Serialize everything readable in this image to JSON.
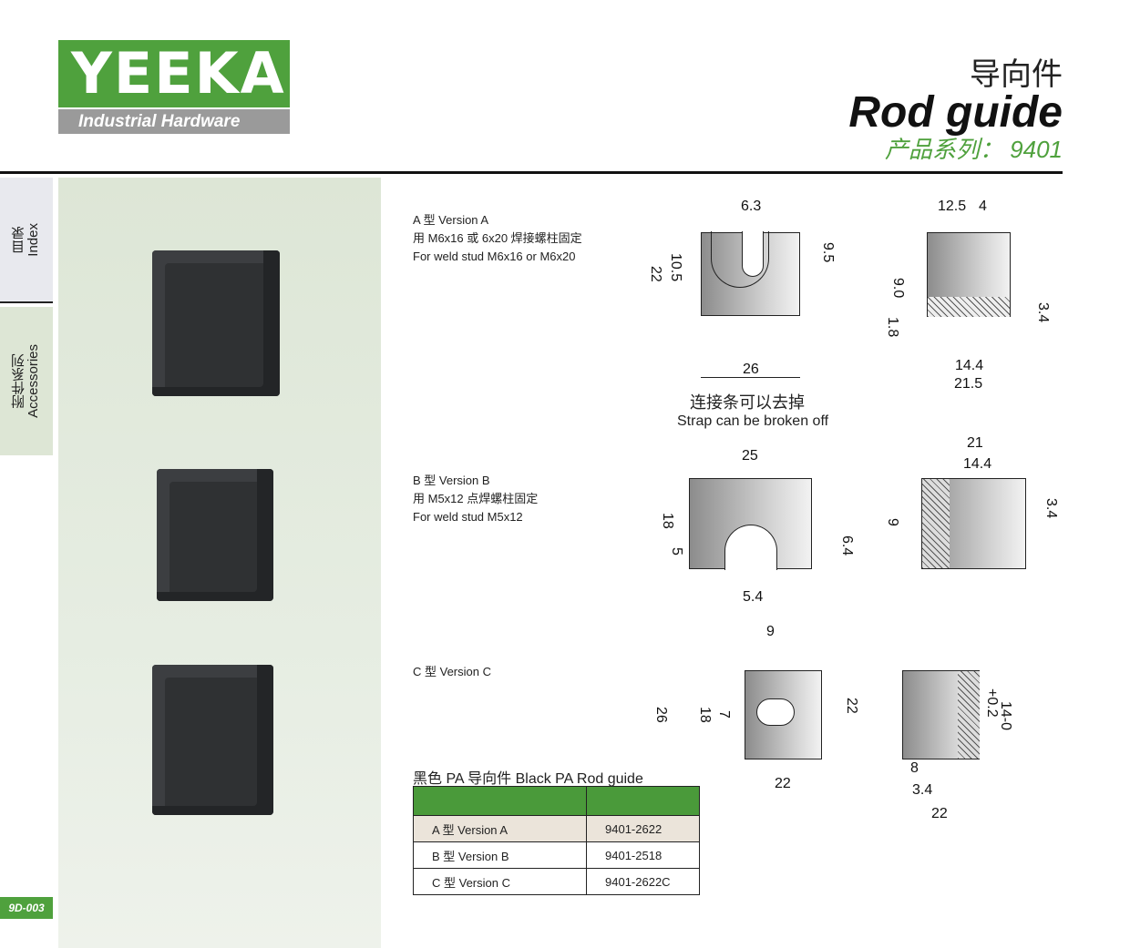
{
  "header": {
    "logo_text": "YEEKA",
    "logo_sub": "Industrial Hardware",
    "title_cn": "导向件",
    "title_en": "Rod guide",
    "series": "产品系列： 9401"
  },
  "sidebar": {
    "tabs": [
      {
        "cn": "目录",
        "en": "Index"
      },
      {
        "cn": "附件系列",
        "en": "Accessories"
      }
    ],
    "page": "9D-003"
  },
  "versions": [
    {
      "lines": [
        "A 型 Version A",
        "用 M6x16 或 6x20 焊接螺柱固定",
        "For weld stud M6x16 or M6x20"
      ]
    },
    {
      "lines": [
        "B 型 Version B",
        "用 M5x12 点焊螺柱固定",
        "For weld stud M5x12"
      ]
    },
    {
      "lines": [
        "C 型 Version C"
      ]
    }
  ],
  "dims": {
    "a_front": [
      "6.3",
      "10.5",
      "22",
      "9.5",
      "26"
    ],
    "a_side": [
      "12.5",
      "4",
      "9.0",
      "1.8",
      "3.4",
      "14.4",
      "21.5"
    ],
    "b_front": [
      "25",
      "18",
      "5",
      "6.4",
      "5.4"
    ],
    "b_side": [
      "21",
      "14.4",
      "9",
      "3.4"
    ],
    "c_front": [
      "9",
      "26",
      "18",
      "7",
      "22"
    ],
    "c_side": [
      "22",
      "+0.2",
      "14-0",
      "8",
      "3.4",
      "22"
    ]
  },
  "note": {
    "cn": "连接条可以去掉",
    "en": "Strap can be broken off"
  },
  "table": {
    "title": "黑色 PA 导向件  Black PA Rod guide",
    "headers": [
      "",
      ""
    ],
    "rows": [
      [
        "A 型 Version A",
        "9401-2622"
      ],
      [
        "B 型 Version B",
        "9401-2518"
      ],
      [
        "C 型 Version C",
        "9401-2622C"
      ]
    ],
    "header_color": "#4a9a3a",
    "brand_color": "#4fa13d"
  }
}
